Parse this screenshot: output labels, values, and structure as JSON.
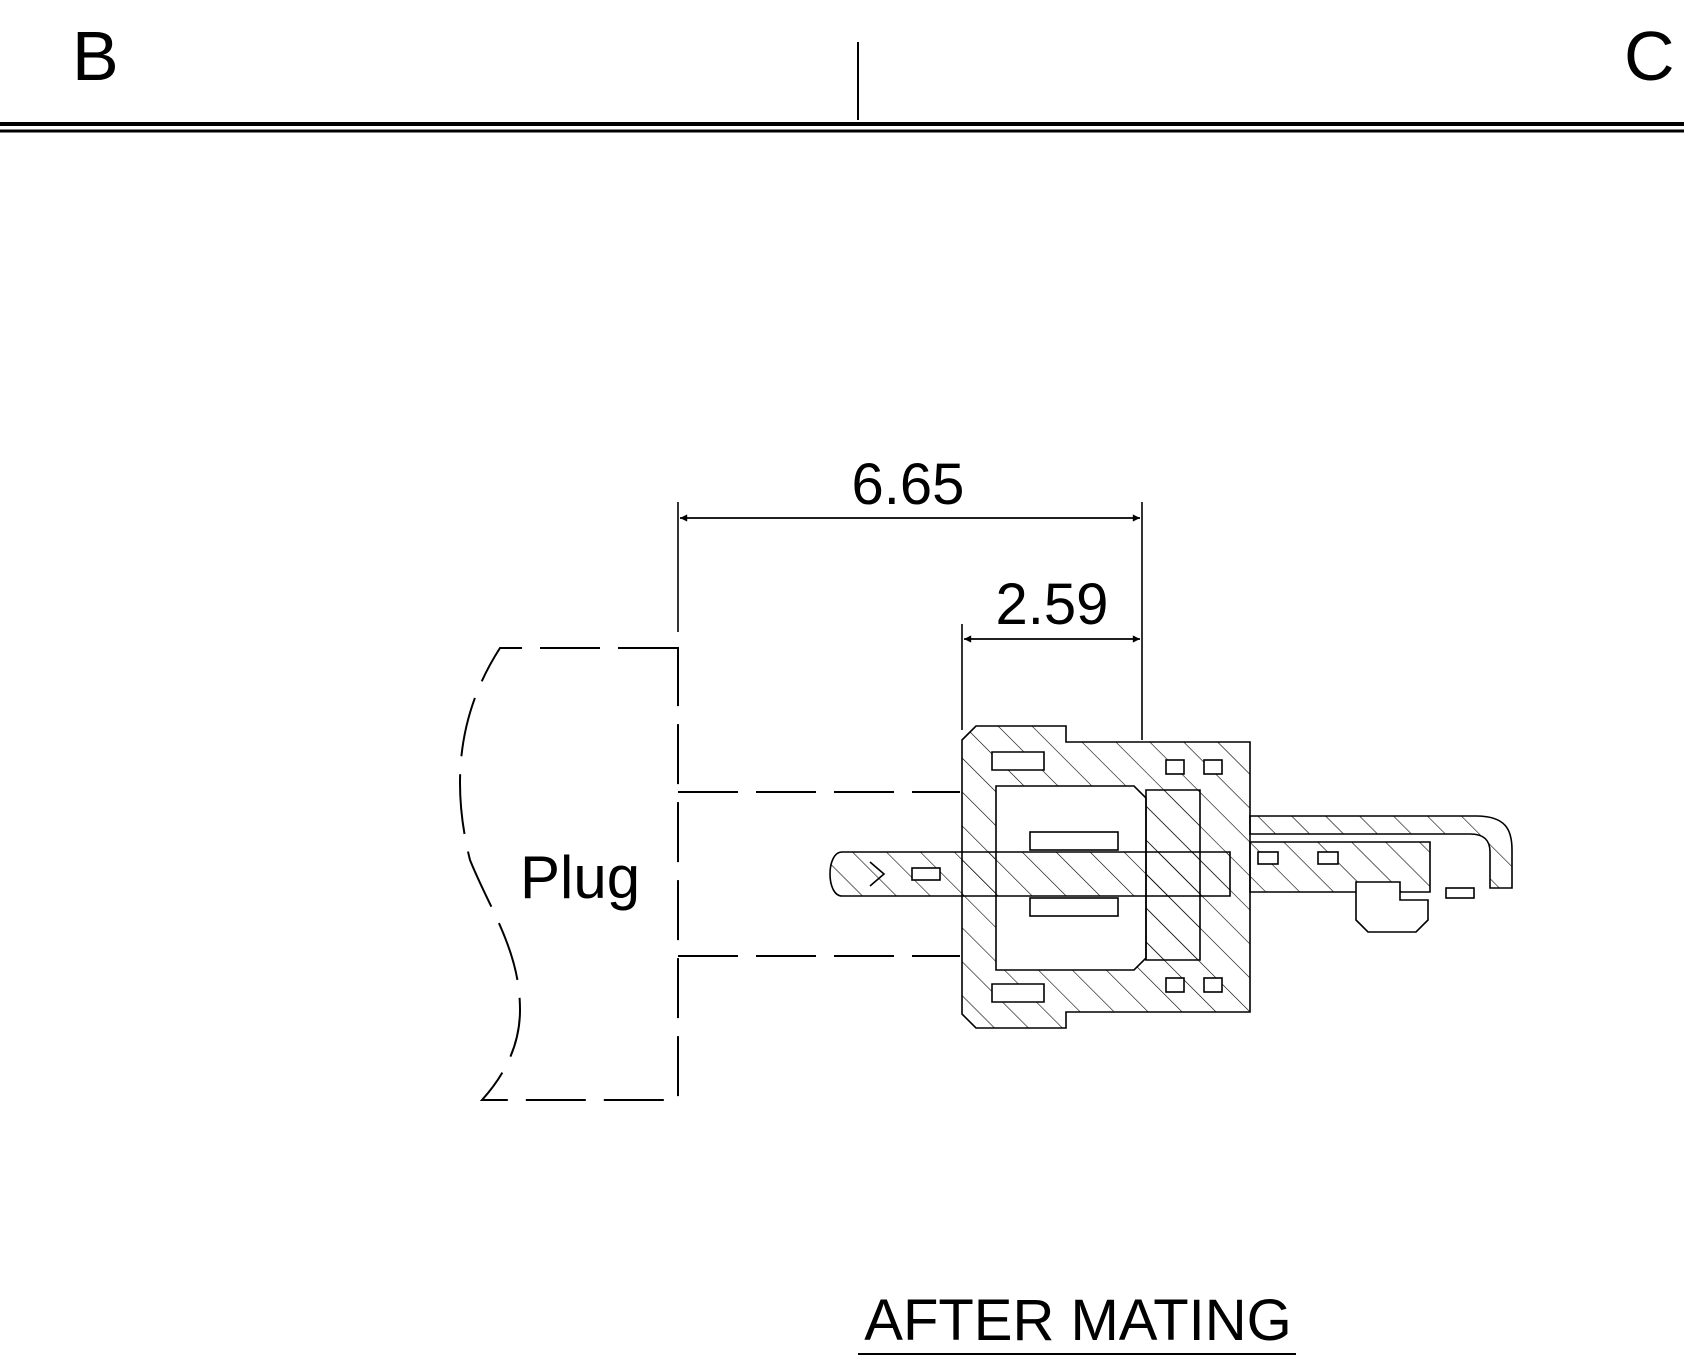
{
  "frame": {
    "zone_left": "B",
    "zone_right": "C"
  },
  "dimensions": {
    "overall": "6.65",
    "inner": "2.59"
  },
  "labels": {
    "mating_part": "Plug",
    "view_title": "AFTER MATING"
  }
}
